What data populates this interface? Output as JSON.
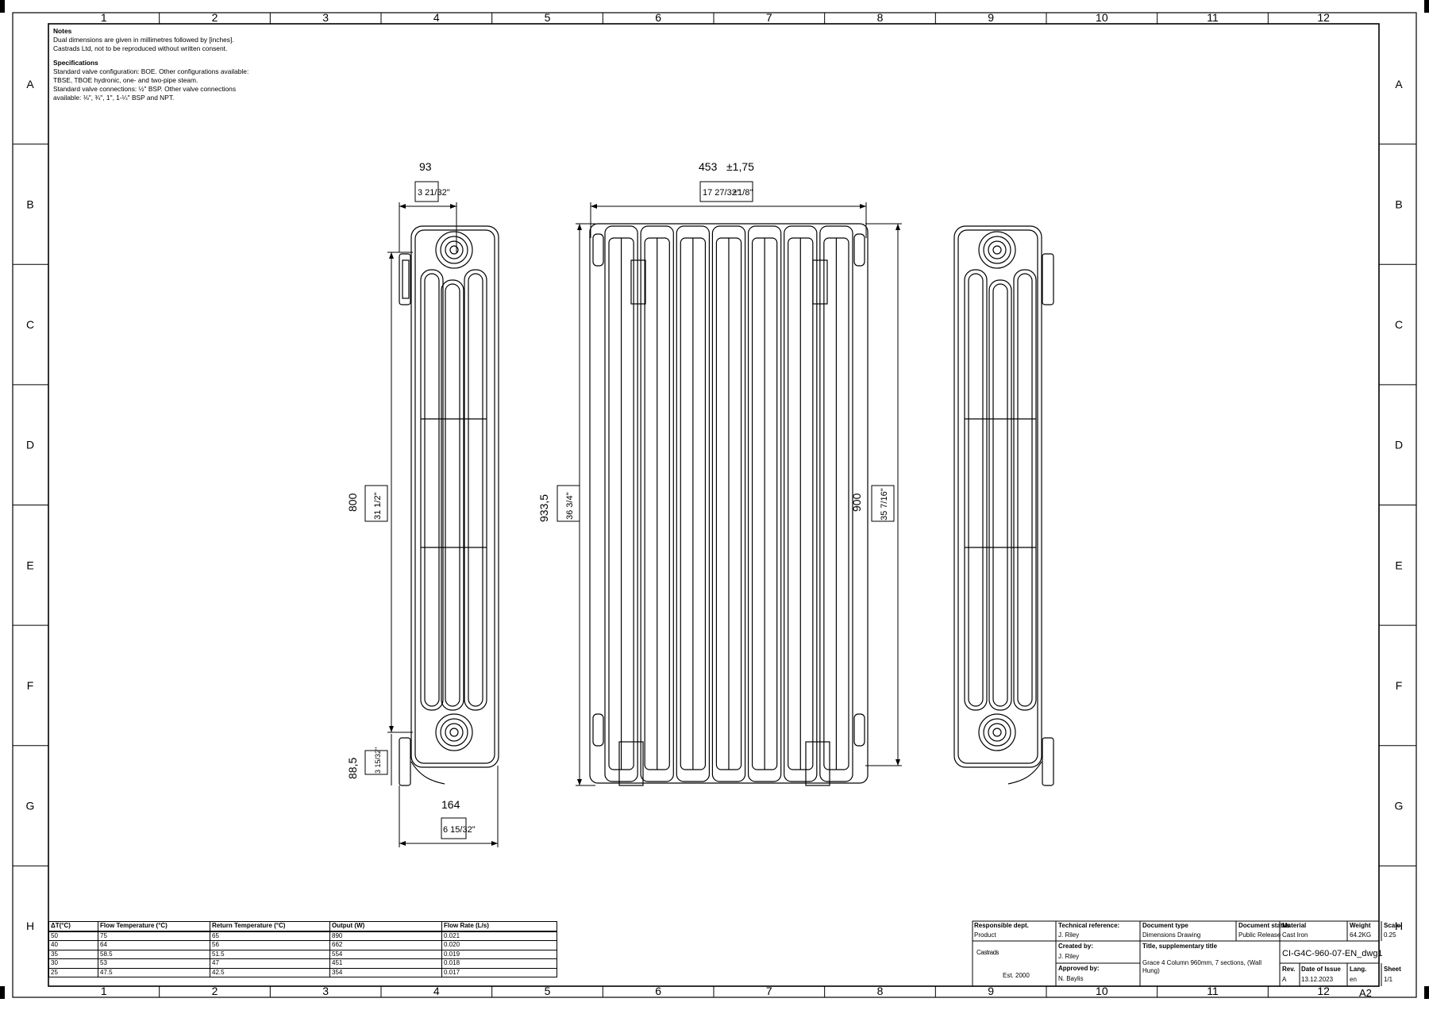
{
  "grid": {
    "columns": [
      "1",
      "2",
      "3",
      "4",
      "5",
      "6",
      "7",
      "8",
      "9",
      "10",
      "11",
      "12"
    ],
    "rows": [
      "A",
      "B",
      "C",
      "D",
      "E",
      "F",
      "G",
      "H"
    ]
  },
  "notes": {
    "heading": "Notes",
    "lines": [
      "Dual dimensions are given in millimetres followed by [inches].",
      "Castrads Ltd, not to be reproduced without written consent."
    ],
    "spec_heading": "Specifications",
    "spec_lines": [
      "Standard valve configuration: BOE. Other configurations available:",
      "TBSE, TBOE hydronic, one- and two-pipe steam.",
      "Standard valve connections: ½\" BSP. Other valve connections",
      "available: ⅛\", ¾\", 1\", 1-¼\" BSP and NPT."
    ]
  },
  "dimensions": {
    "top_depth_mm": "93",
    "top_depth_in": "3 21/32\"",
    "width_mm": "453",
    "width_tol_mm": "±1,75",
    "width_in": "17 27/32\"",
    "width_tol_in": "±1/8\"",
    "centres_mm": "800",
    "centres_in": "31 1/2\"",
    "total_height_mm": "933,5",
    "total_height_in": "36 3/4\"",
    "body_height_mm": "900",
    "body_height_in": "35 7/16\"",
    "floor_mm": "88,5",
    "floor_in": "3 15/32\"",
    "depth_mm": "164",
    "depth_in": "6 15/32\""
  },
  "performance_table": {
    "headers": [
      "ΔT(°C)",
      "Flow Temperature (°C)",
      "Return Temperature (°C)",
      "Output (W)",
      "Flow Rate (L/s)"
    ],
    "rows": [
      [
        "50",
        "75",
        "65",
        "890",
        "0.021"
      ],
      [
        "40",
        "64",
        "56",
        "662",
        "0.020"
      ],
      [
        "35",
        "58.5",
        "51.5",
        "554",
        "0.019"
      ],
      [
        "30",
        "53",
        "47",
        "451",
        "0.018"
      ],
      [
        "25",
        "47.5",
        "42.5",
        "354",
        "0.017"
      ]
    ]
  },
  "title_block": {
    "responsible_dept_label": "Responsible dept.",
    "responsible_dept": "Product",
    "technical_ref_label": "Technical reference:",
    "technical_ref": "J. Riley",
    "doc_type_label": "Document type",
    "doc_type": "Dimensions Drawing",
    "doc_status_label": "Document status",
    "doc_status": "Public Release",
    "material_label": "Material",
    "material": "Cast Iron",
    "weight_label": "Weight",
    "weight": "64.2KG",
    "scale_label": "Scale",
    "scale": "0.25",
    "logo": "Castrads",
    "logo_sub": "Est. 2000",
    "created_by_label": "Created by:",
    "created_by": "J. Riley",
    "approved_by_label": "Approved by:",
    "approved_by": "N. Baylis",
    "title_label": "Title, supplementary title",
    "title": "Grace 4 Column 960mm, 7 sections, (Wall Hung)",
    "doc_number": "CI-G4C-960-07-EN_dwg1",
    "rev_label": "Rev.",
    "rev": "A",
    "date_label": "Date of Issue",
    "date": "13.12.2023",
    "lang_label": "Lang.",
    "lang": "en",
    "sheet_label": "Sheet",
    "sheet": "1/1",
    "paper_size": "A2"
  }
}
